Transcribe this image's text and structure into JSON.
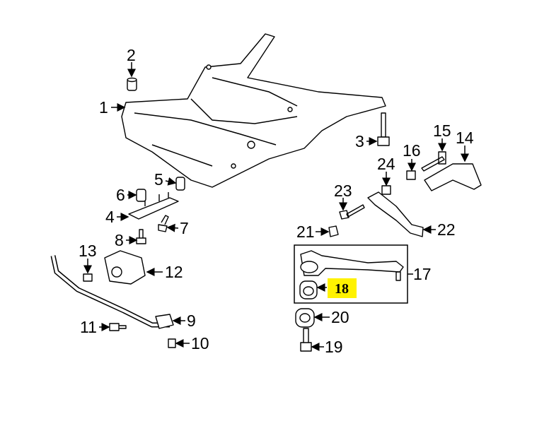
{
  "diagram": {
    "highlight_color": "#FFF200",
    "callouts": {
      "c1": "1",
      "c2": "2",
      "c3": "3",
      "c4": "4",
      "c5": "5",
      "c6": "6",
      "c7": "7",
      "c8": "8",
      "c9": "9",
      "c10": "10",
      "c11": "11",
      "c12": "12",
      "c13": "13",
      "c14": "14",
      "c15": "15",
      "c16": "16",
      "c17": "17",
      "c18": "18",
      "c19": "19",
      "c20": "20",
      "c21": "21",
      "c22": "22",
      "c23": "23",
      "c24": "24"
    }
  }
}
